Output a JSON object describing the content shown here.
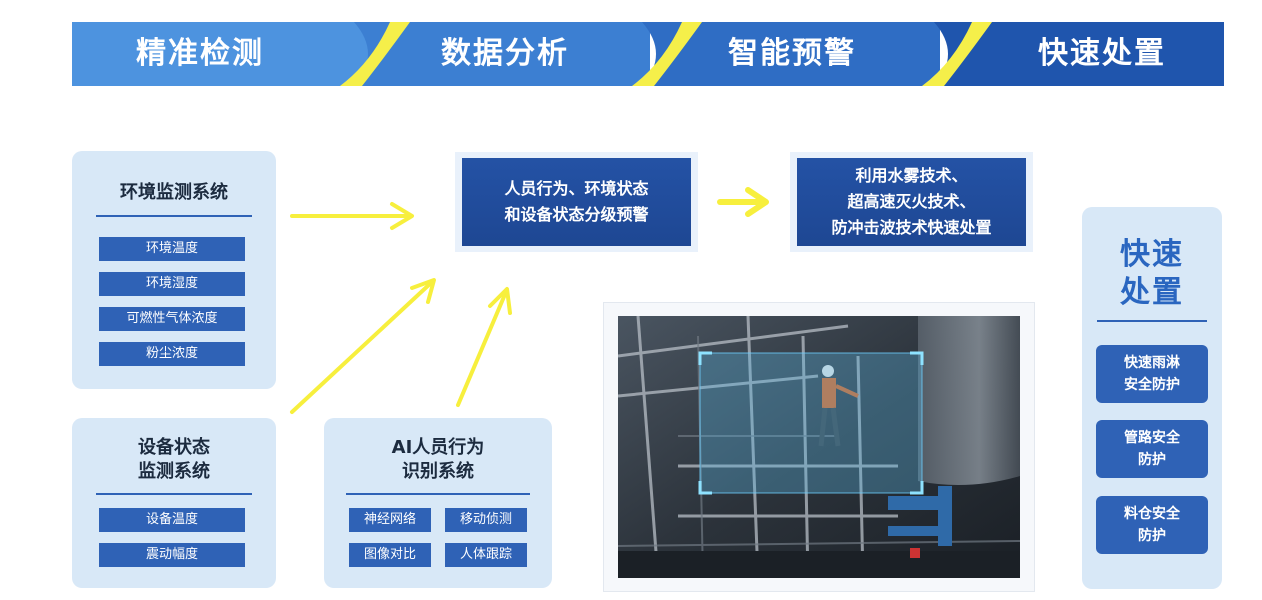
{
  "stages": [
    "精准检测",
    "数据分析",
    "智能预警",
    "快速处置"
  ],
  "colors": {
    "stage1": "#4d93df",
    "stage2": "#3c7fd2",
    "stage3": "#2f6dc4",
    "stage4": "#1f55ad",
    "swoosh": "#f5ef4a",
    "item_blue": "#2f62b6",
    "panel_bg": "#d8e8f7",
    "arrow": "#f7ef3d"
  },
  "env": {
    "title": "环境监测系统",
    "items": [
      "环境温度",
      "环境湿度",
      "可燃性气体浓度",
      "粉尘浓度"
    ]
  },
  "equipment": {
    "title_line1": "设备状态",
    "title_line2": "监测系统",
    "items": [
      "设备温度",
      "震动幅度"
    ]
  },
  "ai": {
    "title_line1": "AI人员行为",
    "title_line2": "识别系统",
    "items": [
      "神经网络",
      "移动侦测",
      "图像对比",
      "人体跟踪"
    ]
  },
  "warning_box": {
    "line1": "人员行为、环境状态",
    "line2": "和设备状态分级预警"
  },
  "tech_box": {
    "line1": "利用水雾技术、",
    "line2": "超高速灭火技术、",
    "line3": "防冲击波技术快速处置"
  },
  "rapid": {
    "title_line1": "快速",
    "title_line2": "处置",
    "items": [
      {
        "line1": "快速雨淋",
        "line2": "安全防护"
      },
      {
        "line1": "管路安全",
        "line2": "防护"
      },
      {
        "line1": "料仓安全",
        "line2": "防护"
      }
    ]
  },
  "photo": {
    "icon": "industrial-scene-worker-detection"
  }
}
